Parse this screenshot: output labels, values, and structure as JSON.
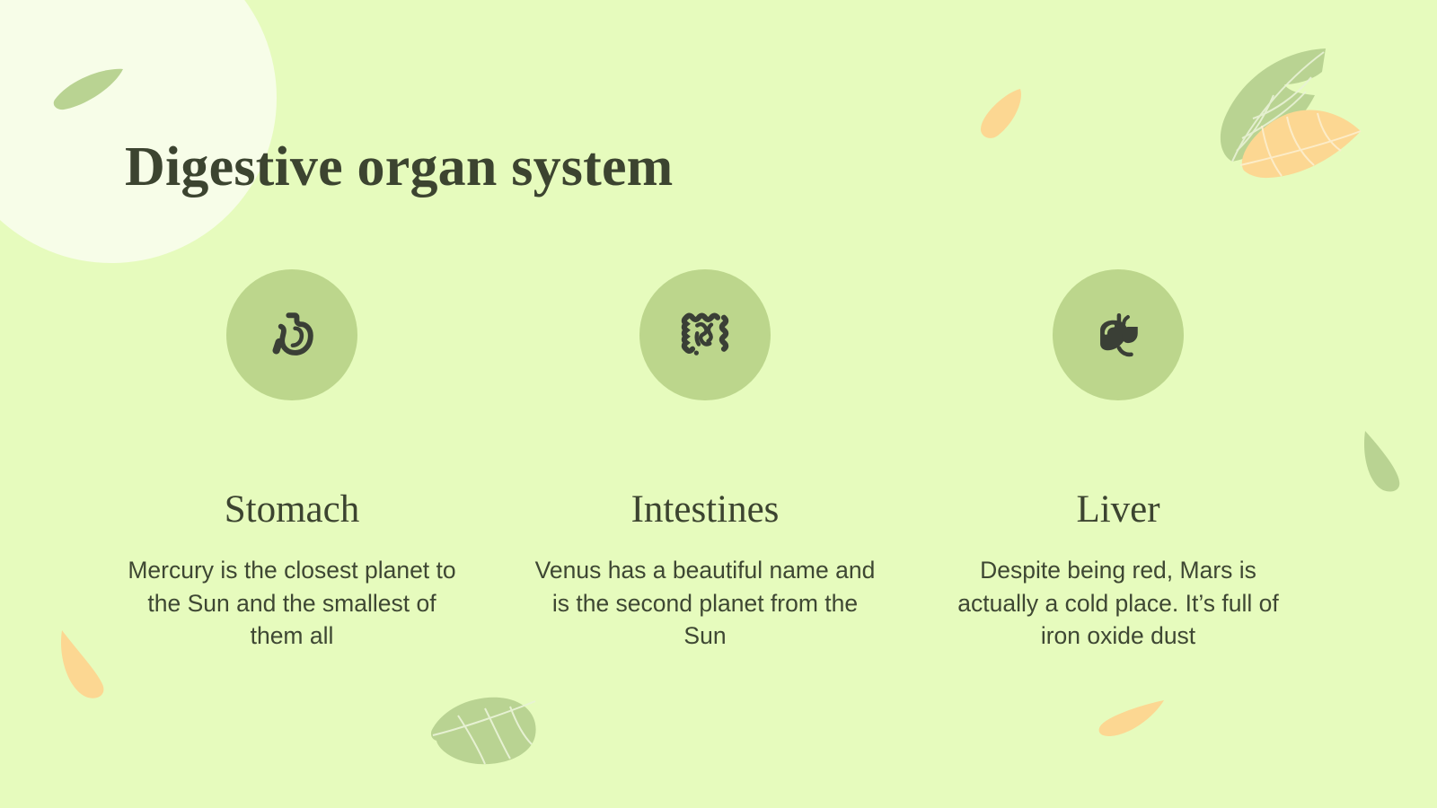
{
  "slide": {
    "title": "Digestive organ system",
    "background_color": "#e6fbbd",
    "text_color": "#3c4430",
    "icon_circle_color": "#bcd68c",
    "leaf_green_color": "#b9d392",
    "leaf_orange_color": "#fcd792",
    "blob_color": "#f7fde8"
  },
  "columns": [
    {
      "icon": "stomach-icon",
      "title": "Stomach",
      "body": "Mercury is the closest planet to the Sun and the smallest of them all"
    },
    {
      "icon": "intestines-icon",
      "title": "Intestines",
      "body": "Venus has a beautiful name and is the second planet from the Sun"
    },
    {
      "icon": "liver-icon",
      "title": "Liver",
      "body": "Despite being red, Mars is actually a cold place. It’s full of iron oxide dust"
    }
  ],
  "decorations": [
    {
      "name": "blob-circle-top-left",
      "shape": "circle"
    },
    {
      "name": "petal-green-top-left",
      "shape": "petal"
    },
    {
      "name": "petal-orange-top-center",
      "shape": "petal"
    },
    {
      "name": "leaf-green-top-right",
      "shape": "leaf"
    },
    {
      "name": "leaf-orange-top-right",
      "shape": "leaf"
    },
    {
      "name": "petal-green-right",
      "shape": "petal"
    },
    {
      "name": "petal-orange-bottom-left",
      "shape": "petal"
    },
    {
      "name": "leaf-green-bottom-center",
      "shape": "leaf"
    },
    {
      "name": "petal-orange-bottom-right",
      "shape": "petal"
    }
  ]
}
